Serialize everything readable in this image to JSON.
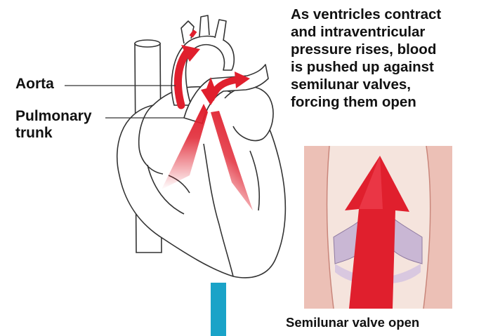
{
  "labels": {
    "aorta": "Aorta",
    "pulmonary_trunk_line1": "Pulmonary",
    "pulmonary_trunk_line2": "trunk"
  },
  "description": "As ventricles contract\nand intraventricular\npressure rises, blood\nis pushed up against\nsemilunar valves,\nforcing them open",
  "caption": "Semilunar valve open",
  "colors": {
    "blood_red": "#e01f2d",
    "flow_arrow_blue": "#1aa3c8",
    "vessel_pink": "#f2c7c0",
    "valve_lavender": "#c9b7d4",
    "outline": "#333333"
  },
  "icons": {
    "flow_arrow": "blue-down-arrow-stem",
    "blood_arrow": "red-up-arrow"
  }
}
